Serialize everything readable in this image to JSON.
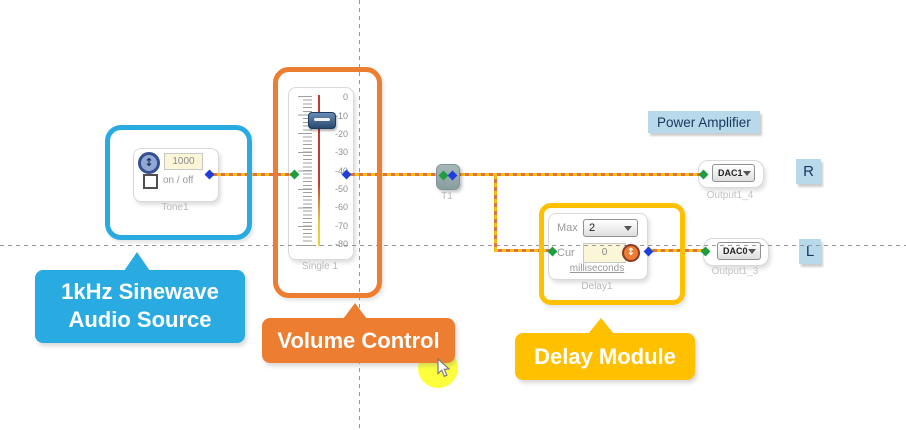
{
  "modules": {
    "tone": {
      "label": "Tone1",
      "frequency_value": "1000",
      "onoff_label": "on / off"
    },
    "volume": {
      "label": "Single 1",
      "scale": [
        "0",
        "-10",
        "-20",
        "-30",
        "-40",
        "-50",
        "-60",
        "-70",
        "-80"
      ]
    },
    "tee": {
      "label": "T1"
    },
    "delay": {
      "label": "Delay1",
      "max_label": "Max",
      "max_value": "2",
      "cur_label": "Cur",
      "cur_value": "0",
      "units_label": "milliseconds"
    },
    "output_right": {
      "dac_value": "DAC1",
      "label": "Output1_4"
    },
    "output_left": {
      "dac_value": "DAC0",
      "label": "Output1_3"
    }
  },
  "annotations": {
    "power_amplifier": "Power Amplifier",
    "channel_right": "R",
    "channel_left": "L",
    "source_callout_line1": "1kHz Sinewave",
    "source_callout_line2": "Audio Source",
    "volume_callout": "Volume Control",
    "delay_callout": "Delay Module"
  },
  "colors": {
    "source_callout": "#29abe2",
    "volume_callout": "#ed7d31",
    "delay_callout": "#ffc000",
    "wire_yellow": "#f0c30a",
    "wire_dash_orange": "#e0704a",
    "input_port_green": "#1e9e3e",
    "output_port_blue": "#1f3fd8",
    "badge_bg": "#b7d9ea",
    "badge_text": "#17375e",
    "cursor_highlight": "#feff3c"
  }
}
